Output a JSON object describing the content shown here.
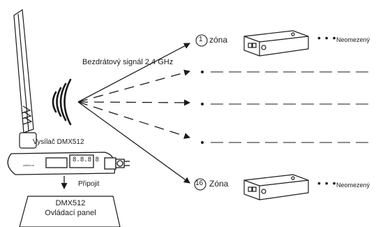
{
  "signal_label": "Bezdrátový signál 2,4 GHz",
  "transmitter_label": "Vysílač DMX512",
  "transmitter_brand": "zofchi.on",
  "display_reading": "8.8.8.8",
  "connect_label": "Připojit",
  "panel": {
    "line1": "DMX512",
    "line2": "Ovládací panel"
  },
  "zone_first": {
    "number": "1",
    "label": "zóna"
  },
  "zone_last": {
    "number": "16",
    "label": "Zóna"
  },
  "ellipsis": "• • •",
  "unlimited_label": "Neomezený"
}
